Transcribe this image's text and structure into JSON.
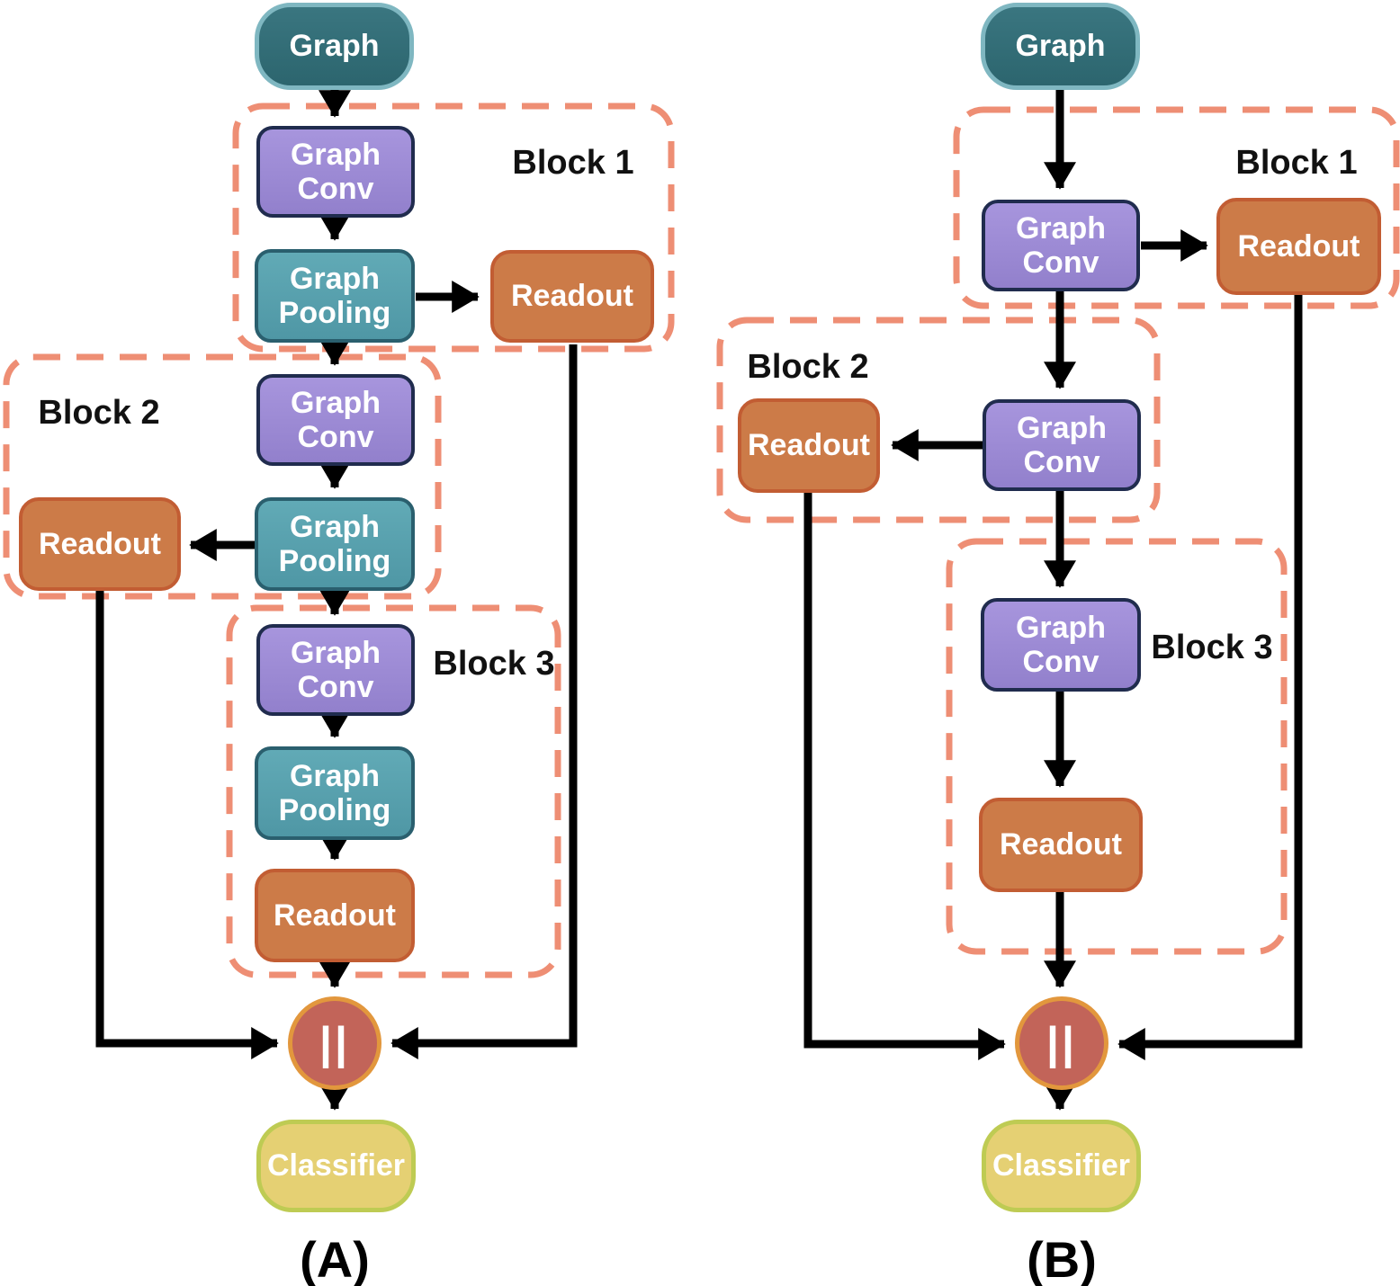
{
  "figure": {
    "description": "Two graph neural network architecture flowcharts labeled (A) and (B)"
  },
  "colors": {
    "background": "#ffffff",
    "graph_fill": "#306972",
    "graph_border": "#7fb7c1",
    "conv_fill": "#9c8ad5",
    "conv_border": "#202c4e",
    "pool_fill": "#58a3b0",
    "pool_border": "#2a5f6e",
    "readout_fill": "#cc7b48",
    "readout_border": "#c25d33",
    "block_dash": "#ee8e74",
    "concat_fill": "#c26459",
    "concat_border": "#e2973d",
    "classifier_fill": "#e5d073",
    "classifier_border": "#becb53",
    "arrow": "#000000",
    "block_label_text": "#111111",
    "node_text": "#ffffff"
  },
  "a": {
    "caption": "(A)",
    "graph": "Graph",
    "block1": {
      "label": "Block 1",
      "conv": "Graph Conv",
      "pool": "Graph Pooling",
      "readout": "Readout"
    },
    "block2": {
      "label": "Block 2",
      "conv": "Graph Conv",
      "pool": "Graph Pooling",
      "readout": "Readout"
    },
    "block3": {
      "label": "Block 3",
      "conv": "Graph Conv",
      "pool": "Graph Pooling",
      "readout": "Readout"
    },
    "concat": "||",
    "classifier": "Classifier"
  },
  "b": {
    "caption": "(B)",
    "graph": "Graph",
    "block1": {
      "label": "Block 1",
      "conv": "Graph Conv",
      "readout": "Readout"
    },
    "block2": {
      "label": "Block 2",
      "conv": "Graph Conv",
      "readout": "Readout"
    },
    "block3": {
      "label": "Block 3",
      "conv": "Graph Conv",
      "readout": "Readout"
    },
    "concat": "||",
    "classifier": "Classifier"
  }
}
